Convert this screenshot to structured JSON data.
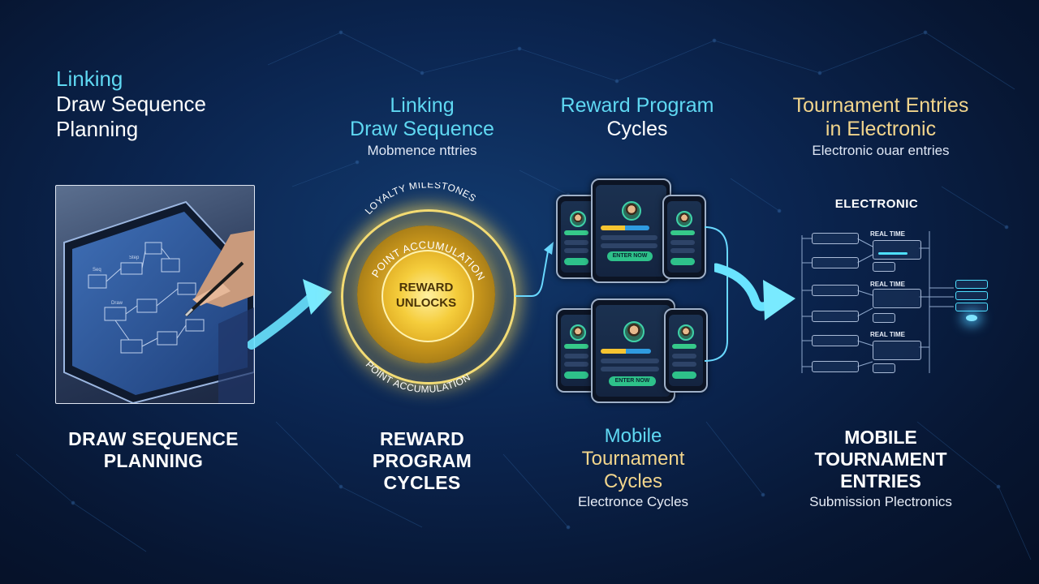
{
  "columns": [
    {
      "top_title": [
        "Linking",
        "Draw Sequence",
        "Planning"
      ],
      "bottom_title": [
        "DRAW SEQUENCE",
        "PLANNING"
      ]
    },
    {
      "top_title": [
        "Linking",
        "Draw Sequence"
      ],
      "top_subtitle": "Mobmence nttries",
      "ring_labels": {
        "outer_top": "LOYALTY MILESTONES",
        "middle": "POINT ACCUMULATION",
        "center": [
          "REWARD",
          "UNLOCKS"
        ],
        "outer_bottom": "POINT ACCUMULATION"
      },
      "bottom_title": [
        "REWARD",
        "PROGRAM",
        "CYCLES"
      ]
    },
    {
      "top_title": [
        "Reward Program",
        "Cycles"
      ],
      "phone_button": "ENTER NOW",
      "bottom_title": [
        "Mobile",
        "Tournament",
        "Cycles"
      ],
      "bottom_subtitle": "Electronce Cycles"
    },
    {
      "top_title": [
        "Tournament Entries",
        "in Electronic"
      ],
      "top_subtitle": "Electronic ouar entries",
      "diagram_title": "ELECTRONIC",
      "diagram_labels": [
        "REAL TIME",
        "REAL TIME",
        "REAL TIME"
      ],
      "bottom_title": [
        "MOBILE",
        "TOURNAMENT",
        "ENTRIES"
      ],
      "bottom_subtitle": "Submission Plectronics"
    }
  ],
  "colors": {
    "cyan": "#5fd8f2",
    "gold": "#f2d58c",
    "background": "#0b2550",
    "ring": "#f3dd78"
  }
}
